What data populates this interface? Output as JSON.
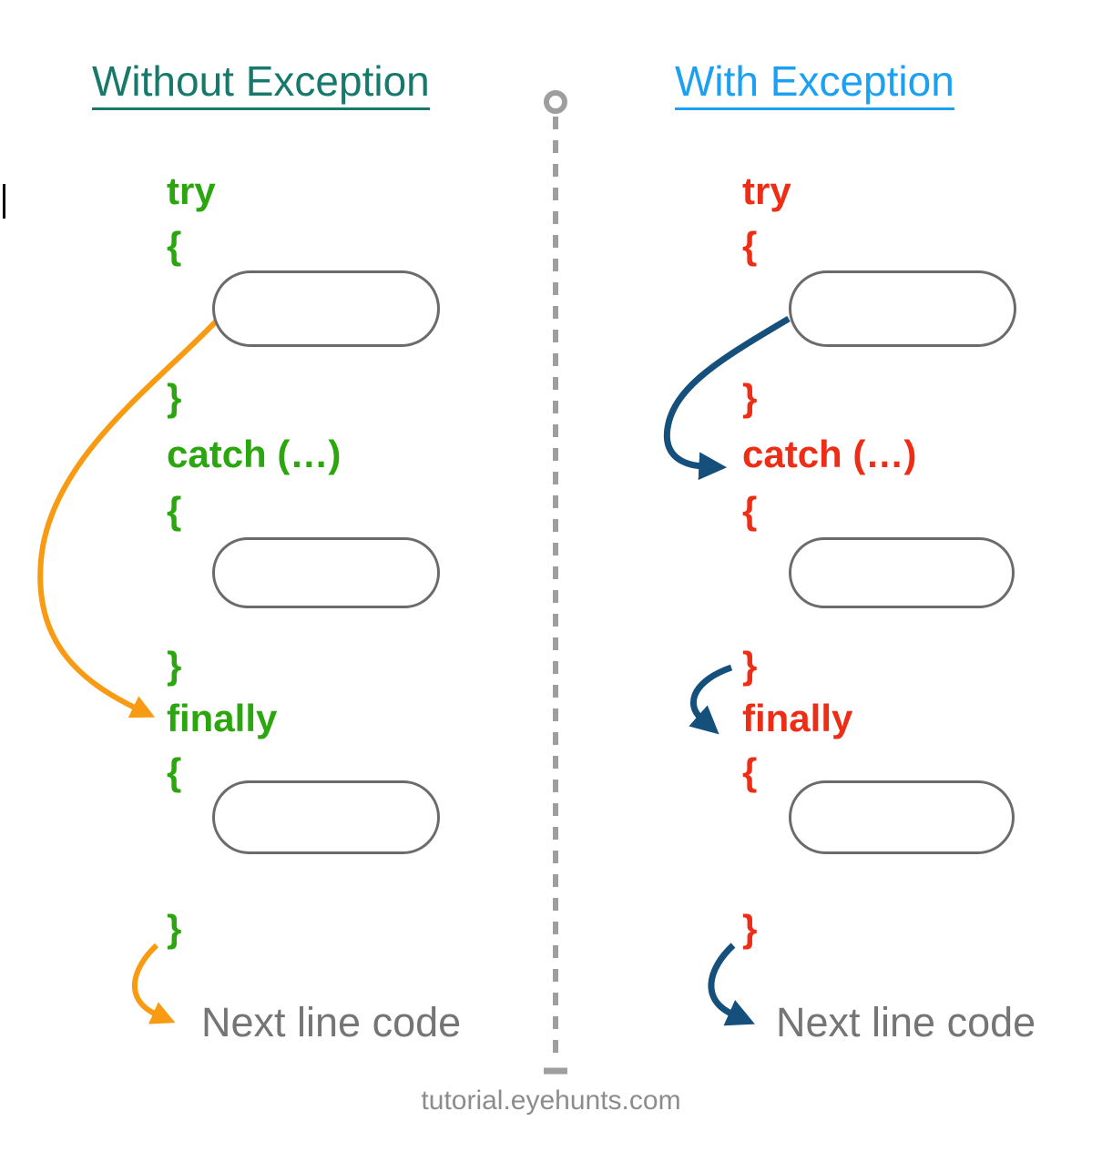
{
  "page": {
    "watermark": "tutorial.eyehunts.com",
    "background_color": "#ffffff"
  },
  "divider": {
    "color": "#9e9e9e",
    "style": "vertical dashed line with circle at top and bar cap at bottom"
  },
  "panels": [
    {
      "title": "Without Exception",
      "title_color": "#16796b",
      "code_color": "#2ba60e",
      "arrow_color": "#f89b12",
      "code": {
        "try_keyword": "try",
        "try_open": "{",
        "try_close": "}",
        "catch_keyword": "catch (…)",
        "catch_open": "{",
        "catch_close": "}",
        "finally_keyword": "finally",
        "finally_open": "{",
        "finally_close": "}"
      },
      "next_line_label": "Next line code",
      "arrows": [
        {
          "from": "try-block",
          "to": "finally-keyword"
        },
        {
          "from": "finally-close-brace",
          "to": "next-line-label"
        }
      ]
    },
    {
      "title": "With Exception",
      "title_color": "#1ca0f2",
      "code_color": "#ee2d17",
      "arrow_color": "#15507d",
      "code": {
        "try_keyword": "try",
        "try_open": "{",
        "try_close": "}",
        "catch_keyword": "catch (…)",
        "catch_open": "{",
        "catch_close": "}",
        "finally_keyword": "finally",
        "finally_open": "{",
        "finally_close": "}"
      },
      "next_line_label": "Next line code",
      "arrows": [
        {
          "from": "try-block",
          "to": "catch-keyword"
        },
        {
          "from": "catch-close-brace",
          "to": "finally-keyword"
        },
        {
          "from": "finally-close-brace",
          "to": "next-line-label"
        }
      ]
    }
  ],
  "placeholders": {
    "pill_border_color": "#6b6b6b",
    "pills_per_panel": 3
  }
}
